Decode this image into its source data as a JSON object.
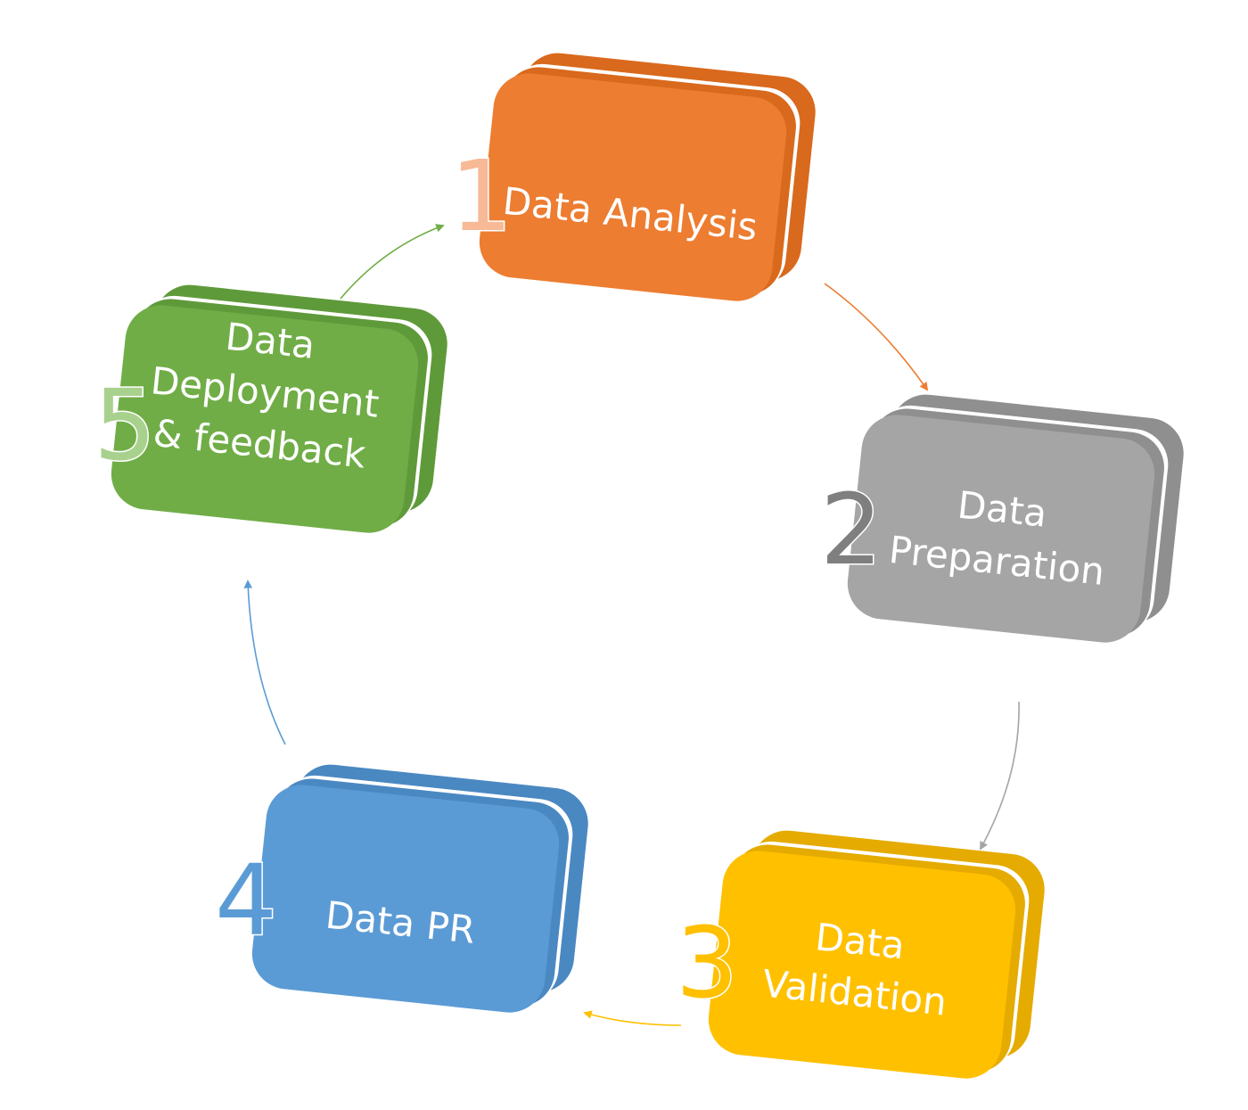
{
  "steps": [
    {
      "number": "1",
      "lines": [
        "Data Analysis"
      ],
      "color": "#ED7D31",
      "side": "#D9691C",
      "num_fill": "#F7B996",
      "num_stroke": "#ffffff"
    },
    {
      "number": "2",
      "lines": [
        "Data",
        "Preparation"
      ],
      "color": "#A5A5A5",
      "side": "#8F8F8F",
      "num_fill": "#7F7F7F",
      "num_stroke": "#ffffff"
    },
    {
      "number": "3",
      "lines": [
        "Data",
        "Validation"
      ],
      "color": "#FFC000",
      "side": "#E5AB00",
      "num_fill": "#FFC000",
      "num_stroke": "#ffffff"
    },
    {
      "number": "4",
      "lines": [
        "Data PR"
      ],
      "color": "#5B9BD5",
      "side": "#4A88C2",
      "num_fill": "#5B9BD5",
      "num_stroke": "#ffffff"
    },
    {
      "number": "5",
      "lines": [
        "Data",
        "Deployment",
        "& feedback"
      ],
      "color": "#70AD47",
      "side": "#5F9A3A",
      "num_fill": "#A9D18E",
      "num_stroke": "#ffffff"
    }
  ],
  "arrows": [
    {
      "from": "1",
      "to": "2",
      "color": "#ED7D31"
    },
    {
      "from": "2",
      "to": "3",
      "color": "#A5A5A5"
    },
    {
      "from": "3",
      "to": "4",
      "color": "#FFC000"
    },
    {
      "from": "4",
      "to": "5",
      "color": "#5B9BD5"
    },
    {
      "from": "5",
      "to": "1",
      "color": "#70AD47"
    }
  ]
}
